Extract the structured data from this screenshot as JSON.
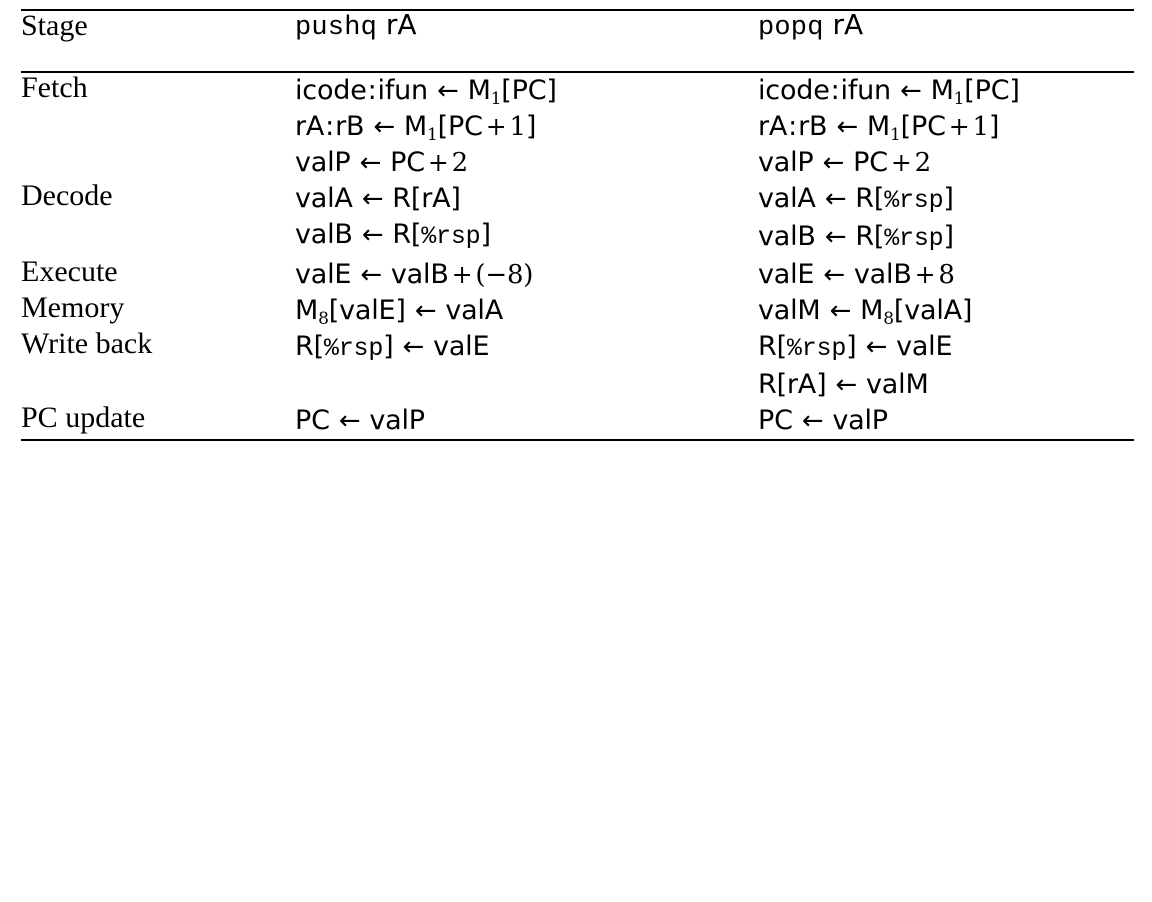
{
  "table": {
    "columns": [
      {
        "key": "stage",
        "header": "Stage",
        "style": "serif"
      },
      {
        "key": "pushq",
        "header_mono": "pushq",
        "header_sans": "rA"
      },
      {
        "key": "popq",
        "header_mono": "popq",
        "header_sans": "rA"
      }
    ],
    "rules": {
      "top": true,
      "header": true,
      "bottom": true
    },
    "rows": [
      {
        "stage": "Fetch",
        "pushq": [
          "icode:ifun ← M₁[PC]",
          "rA:rB ← M₁[PC + 1]"
        ],
        "popq": [
          "icode:ifun ← M₁[PC]",
          "rA:rB ← M₁[PC + 1]"
        ]
      },
      {
        "stage": "",
        "pushq": [
          "valP ← PC + 2"
        ],
        "popq": [
          "valP ← PC + 2"
        ]
      },
      {
        "stage": "Decode",
        "pushq": [
          "valA ← R[rA]",
          "valB ← R[%rsp]"
        ],
        "popq": [
          "valA ← R[%rsp]",
          "valB ← R[%rsp]"
        ]
      },
      {
        "stage": "Execute",
        "pushq": [
          "valE ← valB + (−8)"
        ],
        "popq": [
          "valE ← valB + 8"
        ]
      },
      {
        "stage": "Memory",
        "pushq": [
          "M₈[valE] ← valA"
        ],
        "popq": [
          "valM ← M₈[valA]"
        ]
      },
      {
        "stage": "Write back",
        "pushq": [
          "R[%rsp] ← valE"
        ],
        "popq": [
          "R[%rsp] ← valE",
          "R[rA] ← valM"
        ]
      },
      {
        "stage": "PC update",
        "pushq": [
          "PC ← valP"
        ],
        "popq": [
          "PC ← valP"
        ]
      }
    ]
  },
  "tokens": {
    "arrow": "←",
    "plus": "+",
    "minus": "−",
    "colon": ":",
    "lbracket": "[",
    "rbracket": "]",
    "lparen": "(",
    "rparen": ")",
    "icode": "icode",
    "ifun": "ifun",
    "rA": "rA",
    "rB": "rB",
    "PC": "PC",
    "M": "M",
    "R": "R",
    "rsp": "%rsp",
    "valA": "valA",
    "valB": "valB",
    "valE": "valE",
    "valM": "valM",
    "valP": "valP",
    "one": "1",
    "two": "2",
    "eight": "8",
    "sub1": "1",
    "sub8": "8"
  },
  "colors": {
    "text": "#000000",
    "background": "#ffffff",
    "rule": "#000000"
  }
}
